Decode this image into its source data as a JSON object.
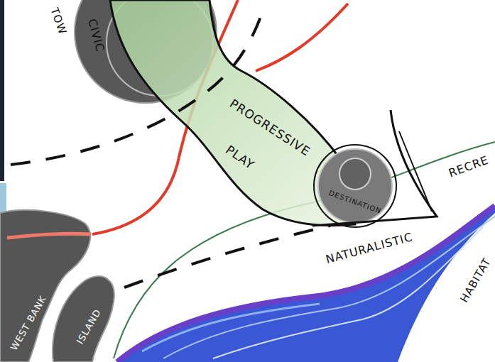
{
  "diagram": {
    "nodes": [
      {
        "text": [
          "CIVIC"
        ]
      },
      {
        "text": [
          "PROGRESSIVE",
          "PLAY"
        ]
      },
      {
        "text": [
          "DESTINATION"
        ]
      },
      {
        "text": [
          "WEST BANK"
        ]
      },
      {
        "text": [
          "ISLAND"
        ]
      }
    ],
    "labels": [
      "TOW",
      "RECRE",
      "NATURALISTIC",
      "HABITAT"
    ]
  }
}
